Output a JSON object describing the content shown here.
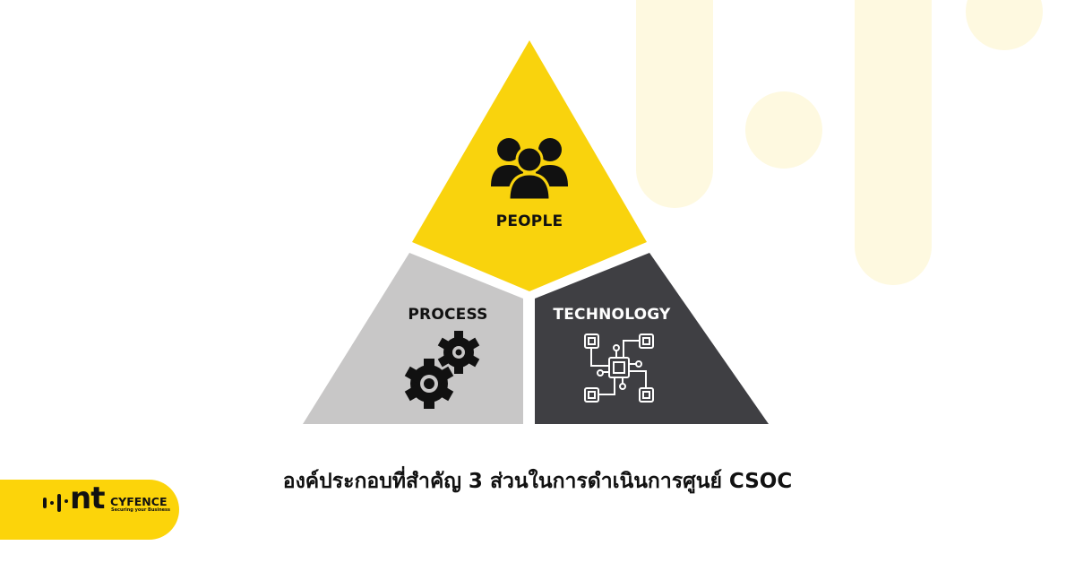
{
  "diagram": {
    "title": "People, Process, Technology triangle",
    "segments": [
      {
        "id": "people",
        "label": "PEOPLE",
        "color": "#f9d30d",
        "text_color": "#111111",
        "icon": "people-group-icon"
      },
      {
        "id": "process",
        "label": "PROCESS",
        "color": "#c8c7c7",
        "text_color": "#111111",
        "icon": "gears-icon"
      },
      {
        "id": "technology",
        "label": "TECHNOLOGY",
        "color": "#3f3f43",
        "text_color": "#ffffff",
        "icon": "circuit-chip-icon"
      }
    ]
  },
  "caption": "องค์ประกอบที่สำคัญ 3 ส่วนในการดำเนินการศูนย์ CSOC",
  "logo": {
    "mark": "nt",
    "brand": "CYFENCE",
    "tagline": "Securing your Business",
    "background": "#fcd40a"
  },
  "background": {
    "decoration_color": "#fef9e0"
  }
}
